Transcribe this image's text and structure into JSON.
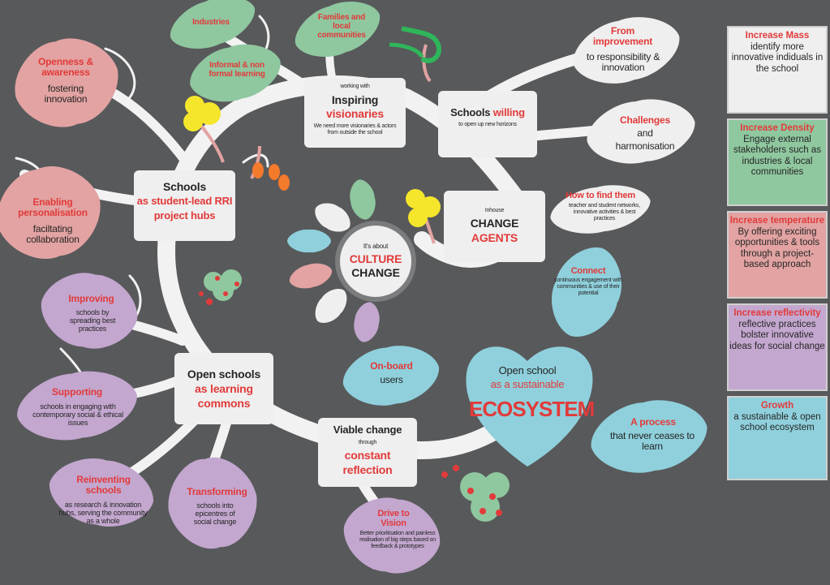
{
  "center": {
    "top": "It's about",
    "line1": "CULTURE",
    "line2": "CHANGE"
  },
  "hubs": {
    "schools_rri": {
      "l1": "Schools",
      "l2": "as student-lead RRI",
      "l3": "project hubs"
    },
    "visionaries": {
      "small": "working with",
      "l1": "Inspiring",
      "l2": "visionaries",
      "sub": "We need more visionaries & actors from outside the school"
    },
    "willing": {
      "l1": "Schools",
      "l1b": "willing",
      "sub": "to open up new horizons"
    },
    "agents": {
      "small": "Inhouse",
      "l1": "CHANGE",
      "l2": "AGENTS"
    },
    "open_schools": {
      "l1": "Open schools",
      "l2": "as learning",
      "l3": "commons"
    },
    "viable": {
      "l1": "Viable change",
      "small": "through",
      "l2": "constant",
      "l3": "reflection"
    },
    "ecosystem": {
      "l1": "Open school",
      "l2": "as a sustainable",
      "l3": "ECOSYSTEM"
    }
  },
  "leaves": {
    "industries": "Industries",
    "families": "Families and local communities",
    "informal": "Informal & non formal learning",
    "openness": {
      "r": "Openness & awareness",
      "k": "fostering innovation"
    },
    "enabling": {
      "r": "Enabling personalisation",
      "k": "faciltating collaboration"
    },
    "improving": {
      "r": "Improving",
      "k": "schools by spreading best practices"
    },
    "supporting": {
      "r": "Supporting",
      "k": "schools in engaging with contemporary social & ethical issues"
    },
    "reinventing": {
      "r": "Reinventing schools",
      "k": "as research & innovation hubs, serving the community as a whole"
    },
    "transforming": {
      "r": "Transforming",
      "k": "schools into epicentres of social change"
    },
    "drive": {
      "r": "Drive to Vision",
      "k": "Better prioritisation and painless realisation of big steps based on feedback & prototypes"
    },
    "improvement": {
      "r": "From improvement",
      "k": "to responsibility & innovation"
    },
    "challenges": {
      "r": "Challenges",
      "k1": "and",
      "k2": "harmonisation"
    },
    "howfind": {
      "r": "How to find them",
      "k": "teacher and student networks, innovative activities & best practices"
    },
    "connect": {
      "r": "Connect",
      "k": "continuous engagement with communities & use of their potential"
    },
    "onboard": {
      "r": "On-board",
      "k": "users"
    },
    "process": {
      "r": "A process",
      "k": "that never ceases to learn"
    }
  },
  "sidebar": [
    {
      "title": "Increase Mass",
      "text": "identify more innovative indiduals in the school",
      "bg": "#efefef"
    },
    {
      "title": "Increase Density",
      "text": "Engage external stakeholders such as industries & local communities",
      "bg": "#8fc79f"
    },
    {
      "title": "Increase temperature",
      "text": "By offering exciting opportunities & tools through a project-based approach",
      "bg": "#e2a3a2"
    },
    {
      "title": "Increase reflectivity",
      "text": "reflective practices bolster innovative ideas for social change",
      "bg": "#c3a7cf"
    },
    {
      "title": "Growth",
      "text": "a sustainable & open school ecosystem",
      "bg": "#8fd0dc"
    }
  ],
  "colors": {
    "background": "#58595b",
    "vine": "#f2f2f2",
    "red": "#e23a3a",
    "green_leaf": "#8fc79f",
    "pink_leaf": "#e2a3a2",
    "purple_leaf": "#c3a7cf",
    "blue_leaf": "#8fd0dc",
    "grey_leaf": "#efefef"
  }
}
